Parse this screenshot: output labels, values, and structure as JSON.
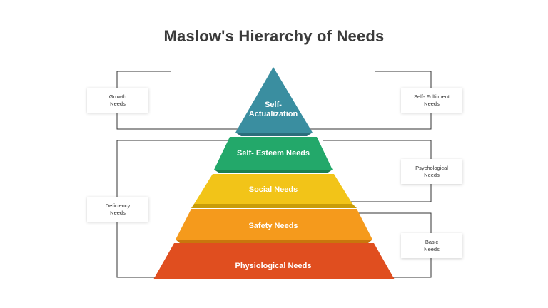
{
  "title": "Maslow's Hierarchy of Needs",
  "tiers": [
    {
      "line1": "Self-",
      "line2": "Actualization",
      "color": "#3a8ea0"
    },
    {
      "label": "Self- Esteem Needs",
      "color": "#23a86a"
    },
    {
      "label": "Social Needs",
      "color": "#f2c418"
    },
    {
      "label": "Safety Needs",
      "color": "#f59a1c"
    },
    {
      "label": "Physiological Needs",
      "color": "#e04e1f"
    }
  ],
  "left_cards": {
    "growth": {
      "line1": "Growth",
      "line2": "Needs"
    },
    "deficiency": {
      "line1": "Deficiency",
      "line2": "Needs"
    }
  },
  "right_cards": {
    "self_fulfilment": {
      "line1": "Self- Fulfilment",
      "line2": "Needs"
    },
    "psychological": {
      "line1": "Psychological",
      "line2": "Needs"
    },
    "basic": {
      "line1": "Basic",
      "line2": "Needs"
    }
  }
}
